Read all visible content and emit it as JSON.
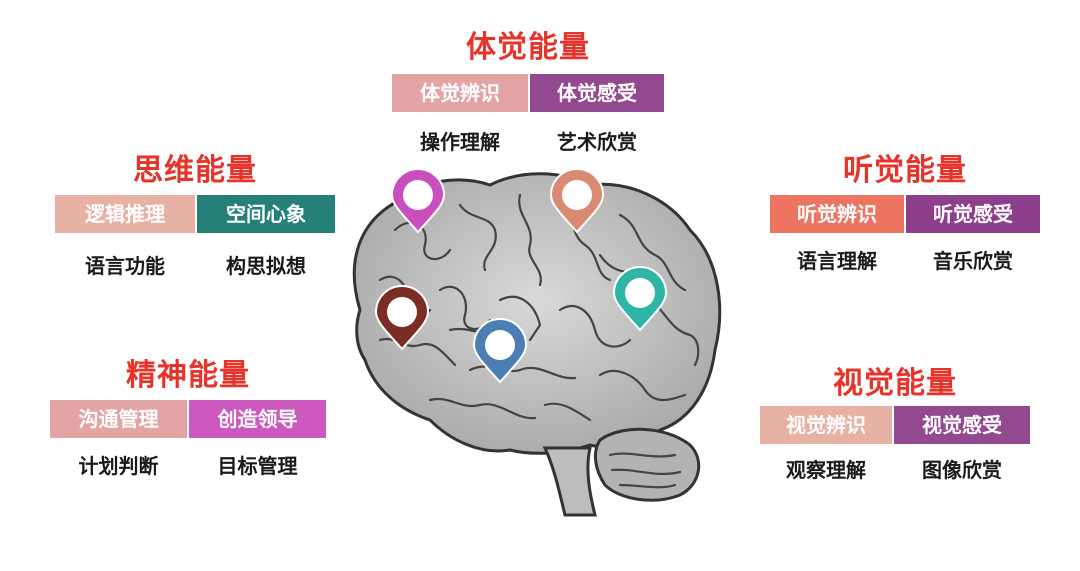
{
  "groups": {
    "touch": {
      "title": "体觉能量",
      "tag_left": "体觉辨识",
      "tag_right": "体觉感受",
      "sub_left": "操作理解",
      "sub_right": "艺术欣赏",
      "color_left": "#e3a4a5",
      "color_right": "#93498f"
    },
    "thinking": {
      "title": "思维能量",
      "tag_left": "逻辑推理",
      "tag_right": "空间心象",
      "sub_left": "语言功能",
      "sub_right": "构思拟想",
      "color_left": "#e7b1a3",
      "color_right": "#26807a"
    },
    "hearing": {
      "title": "听觉能量",
      "tag_left": "听觉辨识",
      "tag_right": "听觉感受",
      "sub_left": "语言理解",
      "sub_right": "音乐欣赏",
      "color_left": "#ee7462",
      "color_right": "#8e3f8c"
    },
    "spirit": {
      "title": "精神能量",
      "tag_left": "沟通管理",
      "tag_right": "创造领导",
      "sub_left": "计划判断",
      "sub_right": "目标管理",
      "color_left": "#e3a4a5",
      "color_right": "#cd58bf"
    },
    "vision": {
      "title": "视觉能量",
      "tag_left": "视觉辨识",
      "tag_right": "视觉感受",
      "sub_left": "观察理解",
      "sub_right": "图像欣赏",
      "color_left": "#e7b1a3",
      "color_right": "#93498f"
    }
  },
  "colors": {
    "title": "#e8332a",
    "pin_pink": "#c94fbf",
    "pin_salmon": "#d98a72",
    "pin_brown": "#7a2e23",
    "pin_blue": "#4c7db3",
    "pin_teal": "#2fb5a6"
  },
  "icons": [
    "brain-illustration",
    "map-pin-icon"
  ]
}
